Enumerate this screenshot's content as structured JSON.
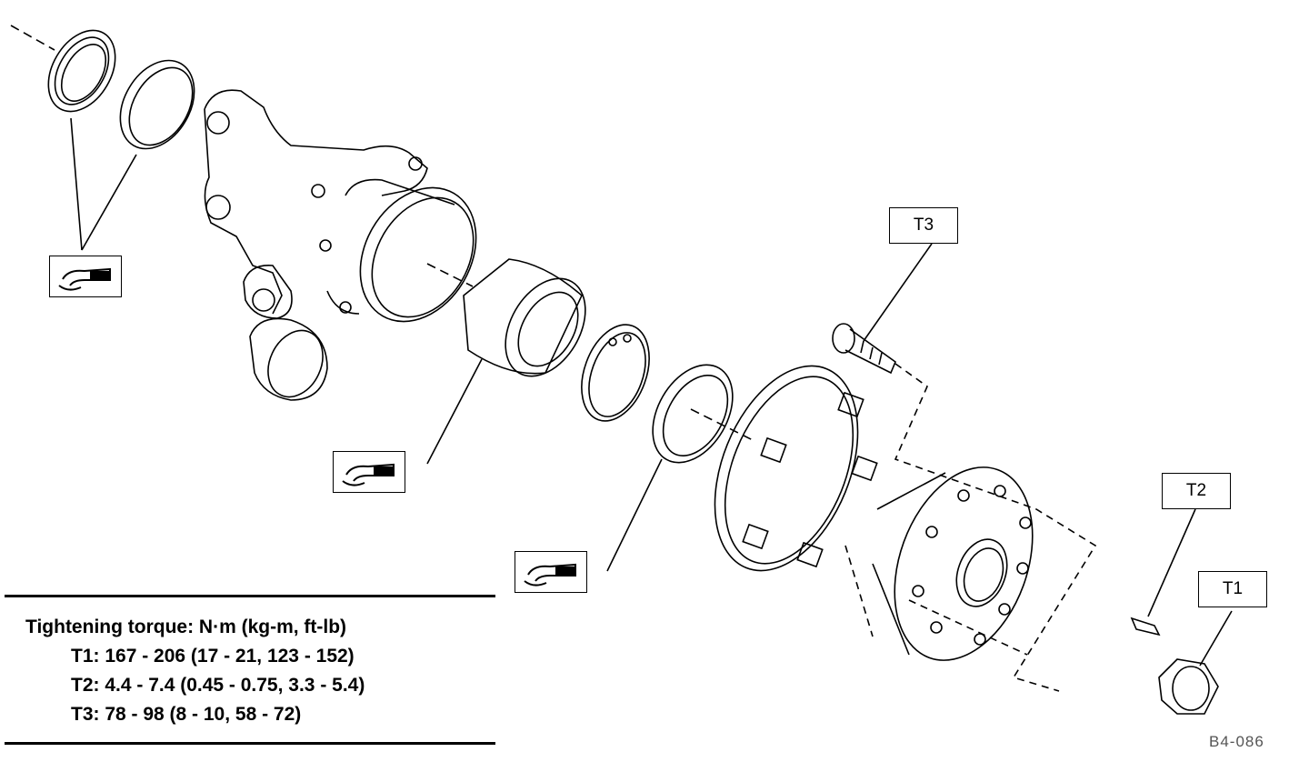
{
  "figure_id": "B4-086",
  "torque_table": {
    "heading": "Tightening torque: N·m (kg-m, ft-lb)",
    "rows": [
      "T1: 167 - 206 (17 - 21, 123 - 152)",
      "T2: 4.4 - 7.4 (0.45 - 0.75, 3.3 - 5.4)",
      "T3: 78 - 98 (8 - 10, 58 - 72)"
    ]
  },
  "callouts": {
    "t1": "T1",
    "t2": "T2",
    "t3": "T3"
  },
  "icons": {
    "grease": "grease-application-icon"
  },
  "parts": [
    "oil-seal",
    "bearing-outer-race",
    "steering-knuckle",
    "wheel-bearing",
    "snap-ring",
    "inner-oil-seal",
    "abs-sensor-rotor",
    "hub-bolt",
    "wheel-hub",
    "hub-screw",
    "hub-nut"
  ]
}
